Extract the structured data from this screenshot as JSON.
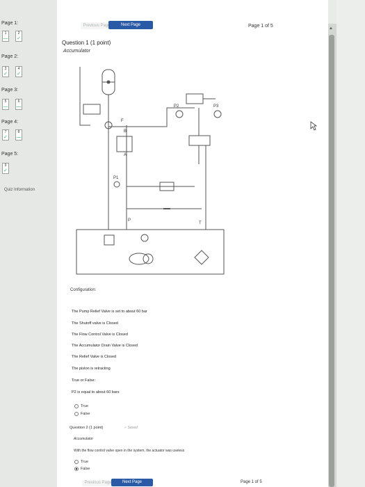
{
  "sidebar": {
    "pages": [
      {
        "label": "Page 1:",
        "questions": [
          {
            "num": "1",
            "mark": "—"
          },
          {
            "num": "2",
            "mark": "✓"
          }
        ]
      },
      {
        "label": "Page 2:",
        "questions": [
          {
            "num": "3",
            "mark": "✓"
          },
          {
            "num": "4",
            "mark": "✓"
          }
        ]
      },
      {
        "label": "Page 3:",
        "questions": [
          {
            "num": "5",
            "mark": "—"
          },
          {
            "num": "6",
            "mark": "—"
          }
        ]
      },
      {
        "label": "Page 4:",
        "questions": [
          {
            "num": "7",
            "mark": "✓"
          },
          {
            "num": "8",
            "mark": "—"
          }
        ]
      },
      {
        "label": "Page 5:",
        "questions": [
          {
            "num": "9",
            "mark": "✓"
          }
        ]
      }
    ],
    "quiz_information": "Quiz Information"
  },
  "top_nav": {
    "previous": "Previous Page",
    "next": "Next Page",
    "page_of": "Page 1 of 5"
  },
  "question1": {
    "title": "Question 1 (1 point)",
    "subtitle": "Accumulator",
    "diagram_labels": {
      "f": "F",
      "b": "B",
      "a": "A",
      "p1": "P1",
      "p2": "P2",
      "p3": "P3",
      "p": "P",
      "t": "T"
    },
    "configuration_label": "Configuration:",
    "statements": [
      "The Pump Relief Valve is set to about 60 bar",
      "The Shutoff valve is Closed",
      "The Flow Control Valve is Closed",
      "The Accumulator Drain Valve is Closed",
      "The Relief Valve is Closed",
      "The piston is retracting",
      "True or False:",
      "P2 is equal to about 60 bars"
    ],
    "options": [
      {
        "label": "True",
        "selected": false
      },
      {
        "label": "False",
        "selected": false
      }
    ]
  },
  "question2": {
    "title": "Question 2 (1 point)",
    "saved": "Saved",
    "subtitle": "Accumulator",
    "text": "With the flow control valve open in the system, the actuator was useless",
    "options": [
      {
        "label": "True",
        "selected": false
      },
      {
        "label": "False",
        "selected": true
      }
    ]
  },
  "bottom_nav": {
    "previous": "Previous Page",
    "next": "Next Page",
    "page_of": "Page 1 of 5"
  }
}
